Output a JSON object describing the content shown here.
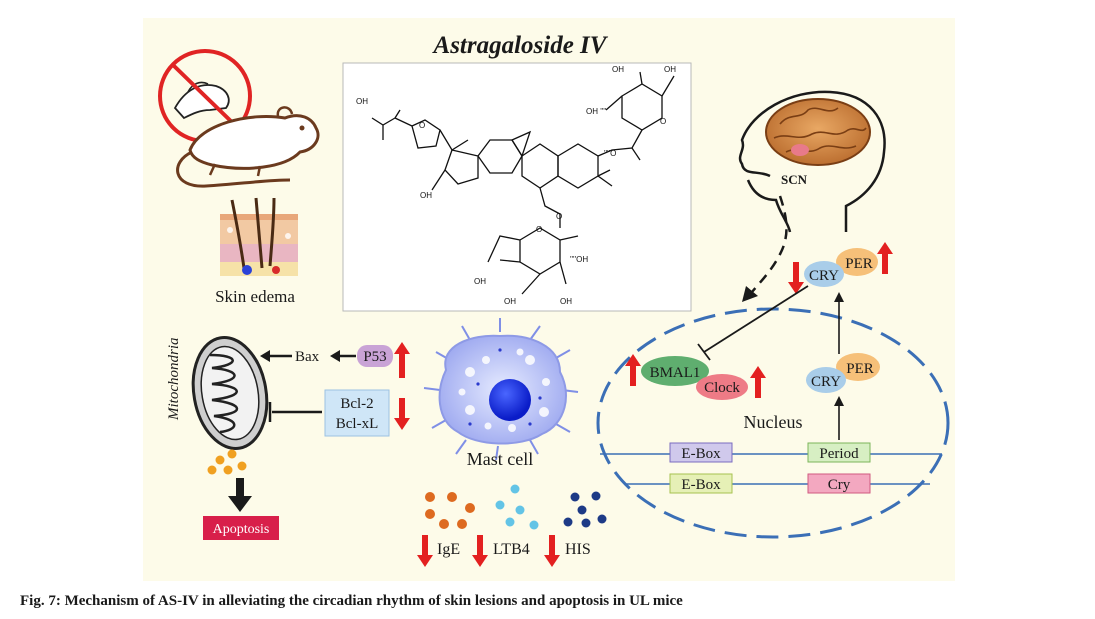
{
  "title": "Astragaloside IV",
  "caption": "Fig. 7: Mechanism of AS-IV in alleviating the circadian rhythm of skin lesions and apoptosis in UL mice",
  "labels": {
    "skin_edema": "Skin edema",
    "mitochondria": "Mitochondria",
    "bax": "Bax",
    "p53": "P53",
    "bcl2": "Bcl-2",
    "bclxl": "Bcl-xL",
    "apoptosis": "Apoptosis",
    "mast_cell": "Mast cell",
    "ige": "IgE",
    "ltb4": "LTB4",
    "his": "HIS",
    "scn": "SCN",
    "cry": "CRY",
    "per": "PER",
    "bmal1": "BMAL1",
    "clock": "Clock",
    "nucleus": "Nucleus",
    "ebox": "E-Box",
    "period": "Period",
    "cry_gene": "Cry"
  },
  "structure_labels": {
    "oh": "OH",
    "o": "O",
    "oh_hashed": "OH ''''",
    "hashed_oh": "''''OH",
    "hashed_o": "''''O"
  },
  "colors": {
    "background": "#fdfbe9",
    "up_arrow": "#e32020",
    "down_arrow": "#e32020",
    "nucleus_outline": "#3b6fb6",
    "bmal1_fill": "#5fae6f",
    "clock_fill": "#ee7b86",
    "cry_fill": "#a9cde9",
    "per_fill": "#f6c079",
    "p53_fill": "#c9a3d6",
    "bcl_box_fill": "#cfe6f7",
    "apoptosis_fill": "#d81f4a",
    "mast_cell_fill": "#b7c2f4",
    "nucleus_dot": "#1b2ee0",
    "ige_dots": "#dd6a20",
    "ltb4_dots": "#63c4e6",
    "his_dots": "#1d3a86",
    "mito_dots": "#f0a020"
  },
  "icons": [
    "prohibited-hand-icon",
    "mouse-icon",
    "skin-section-icon",
    "brain-head-icon",
    "mitochondrion-icon",
    "mast-cell-icon"
  ]
}
